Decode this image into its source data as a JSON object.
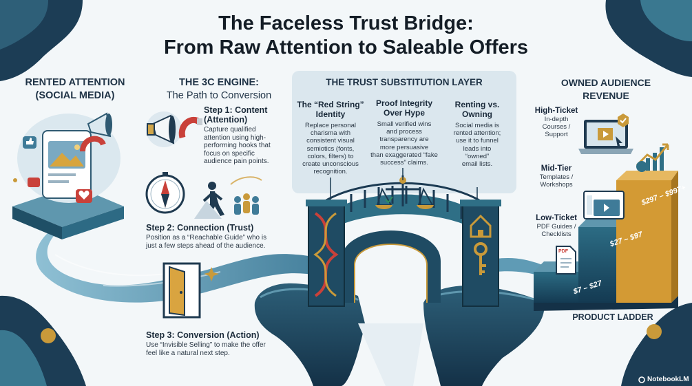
{
  "title": {
    "line1": "The Faceless Trust Bridge:",
    "line2": "From Raw Attention to Saleable Offers"
  },
  "rented": {
    "line1": "RENTED ATTENTION",
    "line2": "(SOCIAL MEDIA)"
  },
  "engine": {
    "heading1": "THE 3C ENGINE:",
    "heading2": "The Path to Conversion",
    "steps": [
      {
        "title1": "Step 1: Content",
        "title2": "(Attention)",
        "lines": [
          "Capture qualified",
          "attention using high-",
          "performing hooks that",
          "focus on specific",
          "audience pain points."
        ]
      },
      {
        "title1": "Step 2: Connection (Trust)",
        "lines": [
          "Position as a “Reachable Guide” who is",
          "just a few steps ahead of the audience."
        ]
      },
      {
        "title1": "Step 3: Conversion (Action)",
        "lines": [
          "Use “Invisible Selling” to make the offer",
          "feel like a natural next step."
        ]
      }
    ]
  },
  "trust_layer": {
    "heading": "THE TRUST SUBSTITUTION LAYER",
    "pillars": [
      {
        "title1": "The “Red String”",
        "title2": "Identity",
        "lines": [
          "Replace personal",
          "charisma with",
          "consistent visual",
          "semiotics (fonts,",
          "colors, filters) to",
          "create unconscious",
          "recognition."
        ]
      },
      {
        "title1": "Proof Integrity",
        "title2": "Over Hype",
        "lines": [
          "Small verified wins",
          "and process",
          "transparency are",
          "more persuasive",
          "than exaggerated “fake",
          "success” claims."
        ]
      },
      {
        "title1": "Renting vs.",
        "title2": "Owning",
        "lines": [
          "Social media is",
          "rented attention;",
          "use it to funnel",
          "leads into",
          "“owned”",
          "email lists."
        ]
      }
    ]
  },
  "owned": {
    "line1": "OWNED AUDIENCE",
    "line2": "REVENUE",
    "tiers": [
      {
        "name": "High-Ticket",
        "lines": [
          "In-depth",
          "Courses /",
          "Support"
        ],
        "price": "$297 – $997+"
      },
      {
        "name": "Mid-Tier",
        "lines": [
          "Templates /",
          "Workshops"
        ],
        "price": "$27 – $97"
      },
      {
        "name": "Low-Ticket",
        "lines": [
          "PDF Guides /",
          "Checklists"
        ],
        "price": "$7 – $27"
      }
    ],
    "ladder_label": "PRODUCT LADDER",
    "pdf_label": "PDF"
  },
  "brand": "NotebookLM",
  "colors": {
    "navy": "#1b3a52",
    "teal": "#2f6f86",
    "river": "#5f9bb5",
    "gold": "#c99a3a",
    "red": "#c9413a"
  },
  "icons": [
    "megaphone-icon",
    "magnet-icon",
    "compass-icon",
    "walking-person-icon",
    "crowd-icon",
    "door-icon",
    "scales-icon",
    "house-icon",
    "key-icon",
    "laptop-icon",
    "chart-icon",
    "document-icon",
    "phone-icon",
    "heart-icon",
    "like-icon"
  ]
}
